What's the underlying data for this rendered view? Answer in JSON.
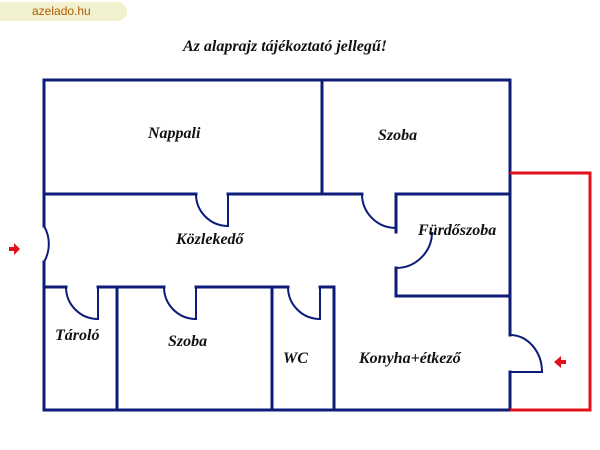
{
  "site_badge": "azelado.hu",
  "caption": "Az alaprajz tájékoztató jellegű!",
  "rooms": {
    "nappali": "Nappali",
    "szoba_top": "Szoba",
    "kozlekedo": "Közlekedő",
    "furdoszoba": "Fürdőszoba",
    "tarolo": "Tároló",
    "szoba_bottom": "Szoba",
    "wc": "WC",
    "konyha": "Konyha+étkező"
  },
  "colors": {
    "wall": "#0c1c78",
    "entrance_marker": "#e0101a",
    "badge_bg": "#f2f1cf",
    "badge_text": "#b35a00"
  }
}
